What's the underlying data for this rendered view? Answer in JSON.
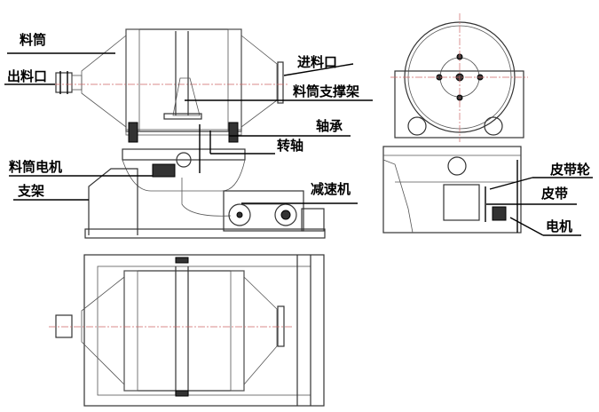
{
  "labels": {
    "barrel": "料筒",
    "outlet": "出料口",
    "inlet": "进料口",
    "barrel_support": "料筒支撑架",
    "bearing": "轴承",
    "shaft": "转轴",
    "barrel_motor": "料筒电机",
    "frame": "支架",
    "reducer": "减速机",
    "pulley": "皮带轮",
    "belt": "皮带",
    "motor": "电机"
  }
}
